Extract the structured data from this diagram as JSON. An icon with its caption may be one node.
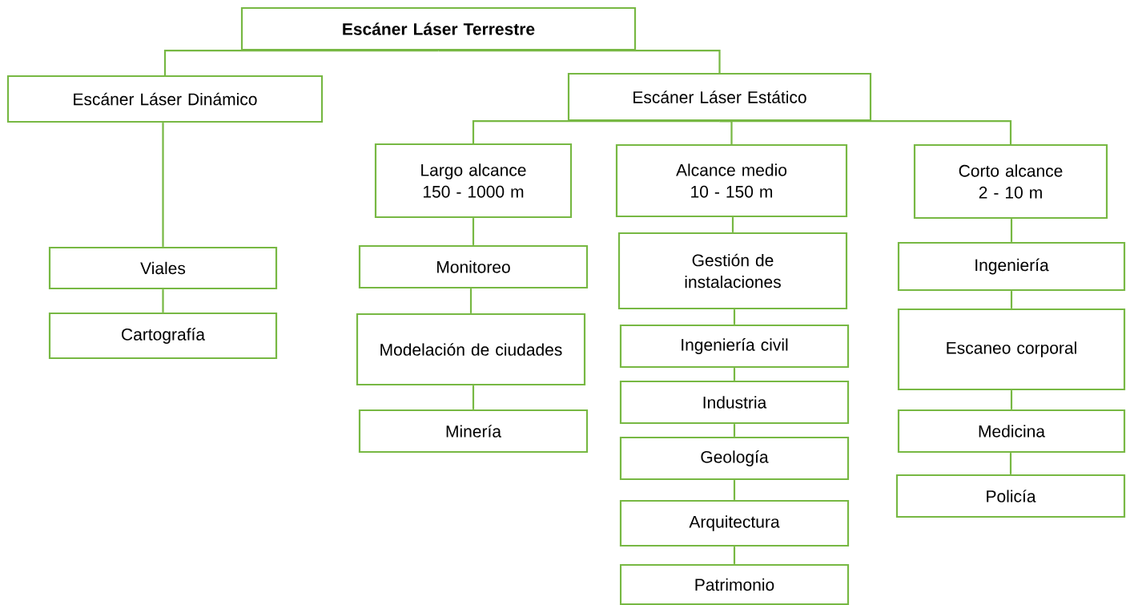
{
  "diagram": {
    "nodes": [
      {
        "text": [
          "Escáner Láser Terrestre"
        ]
      },
      {
        "text": [
          "Escáner Láser Dinámico"
        ]
      },
      {
        "text": [
          "Escáner Láser Estático"
        ]
      },
      {
        "text": [
          "Largo alcance",
          "150 - 1000 m"
        ]
      },
      {
        "text": [
          "Alcance medio",
          "10 - 150 m"
        ]
      },
      {
        "text": [
          "Corto alcance",
          "2 - 10 m"
        ]
      },
      {
        "text": [
          "Viales"
        ]
      },
      {
        "text": [
          "Cartografía"
        ]
      },
      {
        "text": [
          "Monitoreo"
        ]
      },
      {
        "text": [
          "Modelación de ciudades"
        ]
      },
      {
        "text": [
          "Minería"
        ]
      },
      {
        "text": [
          "Gestión de instalaciones"
        ]
      },
      {
        "text": [
          "Ingeniería civil"
        ]
      },
      {
        "text": [
          "Industria"
        ]
      },
      {
        "text": [
          "Geología"
        ]
      },
      {
        "text": [
          "Arquitectura"
        ]
      },
      {
        "text": [
          "Patrimonio"
        ]
      },
      {
        "text": [
          "Ingeniería"
        ]
      },
      {
        "text": [
          "Escaneo corporal"
        ]
      },
      {
        "text": [
          "Medicina"
        ]
      },
      {
        "text": [
          "Policía"
        ]
      }
    ],
    "edges": [
      {
        "from": 0,
        "to": 1,
        "arrow": "none"
      },
      {
        "from": 0,
        "to": 2,
        "arrow": "none"
      },
      {
        "from": 2,
        "to": 3,
        "arrow": "none"
      },
      {
        "from": 2,
        "to": 4,
        "arrow": "none"
      },
      {
        "from": 2,
        "to": 5,
        "arrow": "none"
      },
      {
        "from": 1,
        "to": 6,
        "arrow": "none"
      },
      {
        "from": 6,
        "to": 7,
        "arrow": "none"
      },
      {
        "from": 3,
        "to": 8,
        "arrow": "none"
      },
      {
        "from": 8,
        "to": 9,
        "arrow": "none"
      },
      {
        "from": 9,
        "to": 10,
        "arrow": "none"
      },
      {
        "from": 4,
        "to": 11,
        "arrow": "none"
      },
      {
        "from": 11,
        "to": 12,
        "arrow": "none"
      },
      {
        "from": 12,
        "to": 13,
        "arrow": "none"
      },
      {
        "from": 13,
        "to": 14,
        "arrow": "none"
      },
      {
        "from": 14,
        "to": 15,
        "arrow": "none"
      },
      {
        "from": 15,
        "to": 16,
        "arrow": "none"
      },
      {
        "from": 5,
        "to": 17,
        "arrow": "none"
      },
      {
        "from": 17,
        "to": 18,
        "arrow": "none"
      },
      {
        "from": 18,
        "to": 19,
        "arrow": "none"
      },
      {
        "from": 19,
        "to": 20,
        "arrow": "none"
      }
    ]
  }
}
